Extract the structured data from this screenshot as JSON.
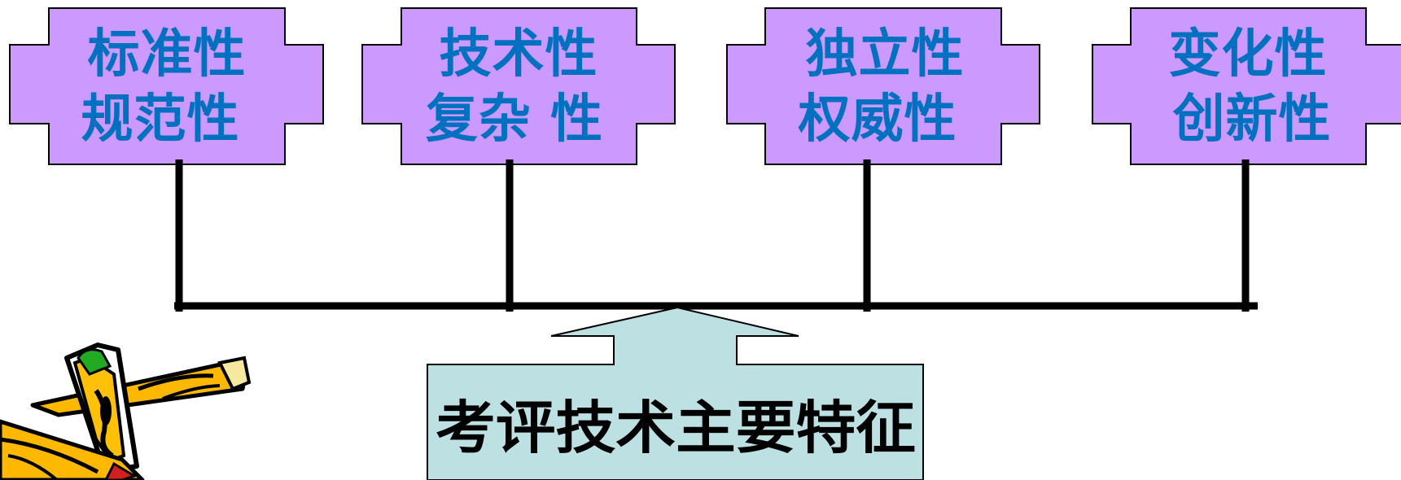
{
  "colors": {
    "box_fill": "#CC99FF",
    "box_stroke": "#000000",
    "box_text": "#0070C0",
    "connector": "#000000",
    "center_fill": "#BDE0E3",
    "center_text": "#000000"
  },
  "boxes": [
    {
      "line1": "标准性",
      "line2": "规范性"
    },
    {
      "line1": "技术性",
      "line2": "复杂 性"
    },
    {
      "line1": "独立性",
      "line2": "权威性"
    },
    {
      "line1": "变化性",
      "line2": "创新性"
    }
  ],
  "center": {
    "label": "考评技术主要特征"
  },
  "decoration": {
    "icon": "pencil-clipart-icon"
  }
}
